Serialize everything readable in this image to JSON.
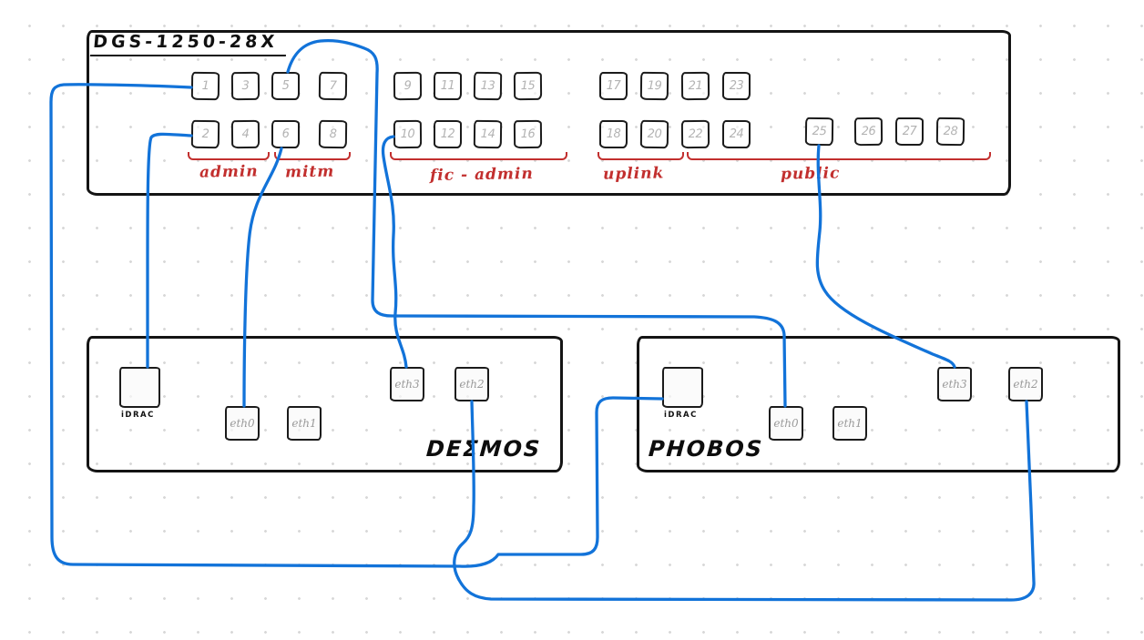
{
  "colors": {
    "cable": "#1273d9",
    "group_label": "#c22f2e",
    "port_number": "#b3b3b3",
    "outline": "#141414"
  },
  "switch": {
    "title": "DGS-1250-28X",
    "port_rows": {
      "top": [
        "1",
        "3",
        "5",
        "7",
        "9",
        "11",
        "13",
        "15",
        "17",
        "19",
        "21",
        "23"
      ],
      "bottom": [
        "2",
        "4",
        "6",
        "8",
        "10",
        "12",
        "14",
        "16",
        "18",
        "20",
        "22",
        "24"
      ],
      "right": [
        "25",
        "26",
        "27",
        "28"
      ]
    },
    "groups": [
      {
        "label": "admin"
      },
      {
        "label": "mitm"
      },
      {
        "label": "fic - admin"
      },
      {
        "label": "uplink"
      },
      {
        "label": "public"
      }
    ]
  },
  "servers": [
    {
      "name": "DEΣMOS",
      "idrac_label": "iDRAC",
      "ports": [
        "eth0",
        "eth1",
        "eth3",
        "eth2"
      ]
    },
    {
      "name": "PHOBOS",
      "idrac_label": "iDRAC",
      "ports": [
        "eth0",
        "eth1",
        "eth3",
        "eth2"
      ]
    }
  ],
  "connections": [
    {
      "from": "switch-port-1",
      "to": "phobos-idrac"
    },
    {
      "from": "switch-port-2",
      "to": "desmos-idrac"
    },
    {
      "from": "switch-port-5",
      "to": "phobos-eth0"
    },
    {
      "from": "switch-port-6",
      "to": "desmos-eth0"
    },
    {
      "from": "switch-port-10",
      "to": "desmos-eth3"
    },
    {
      "from": "switch-port-25",
      "to": "phobos-eth3"
    },
    {
      "from": "desmos-eth2",
      "to": "phobos-eth2"
    }
  ]
}
